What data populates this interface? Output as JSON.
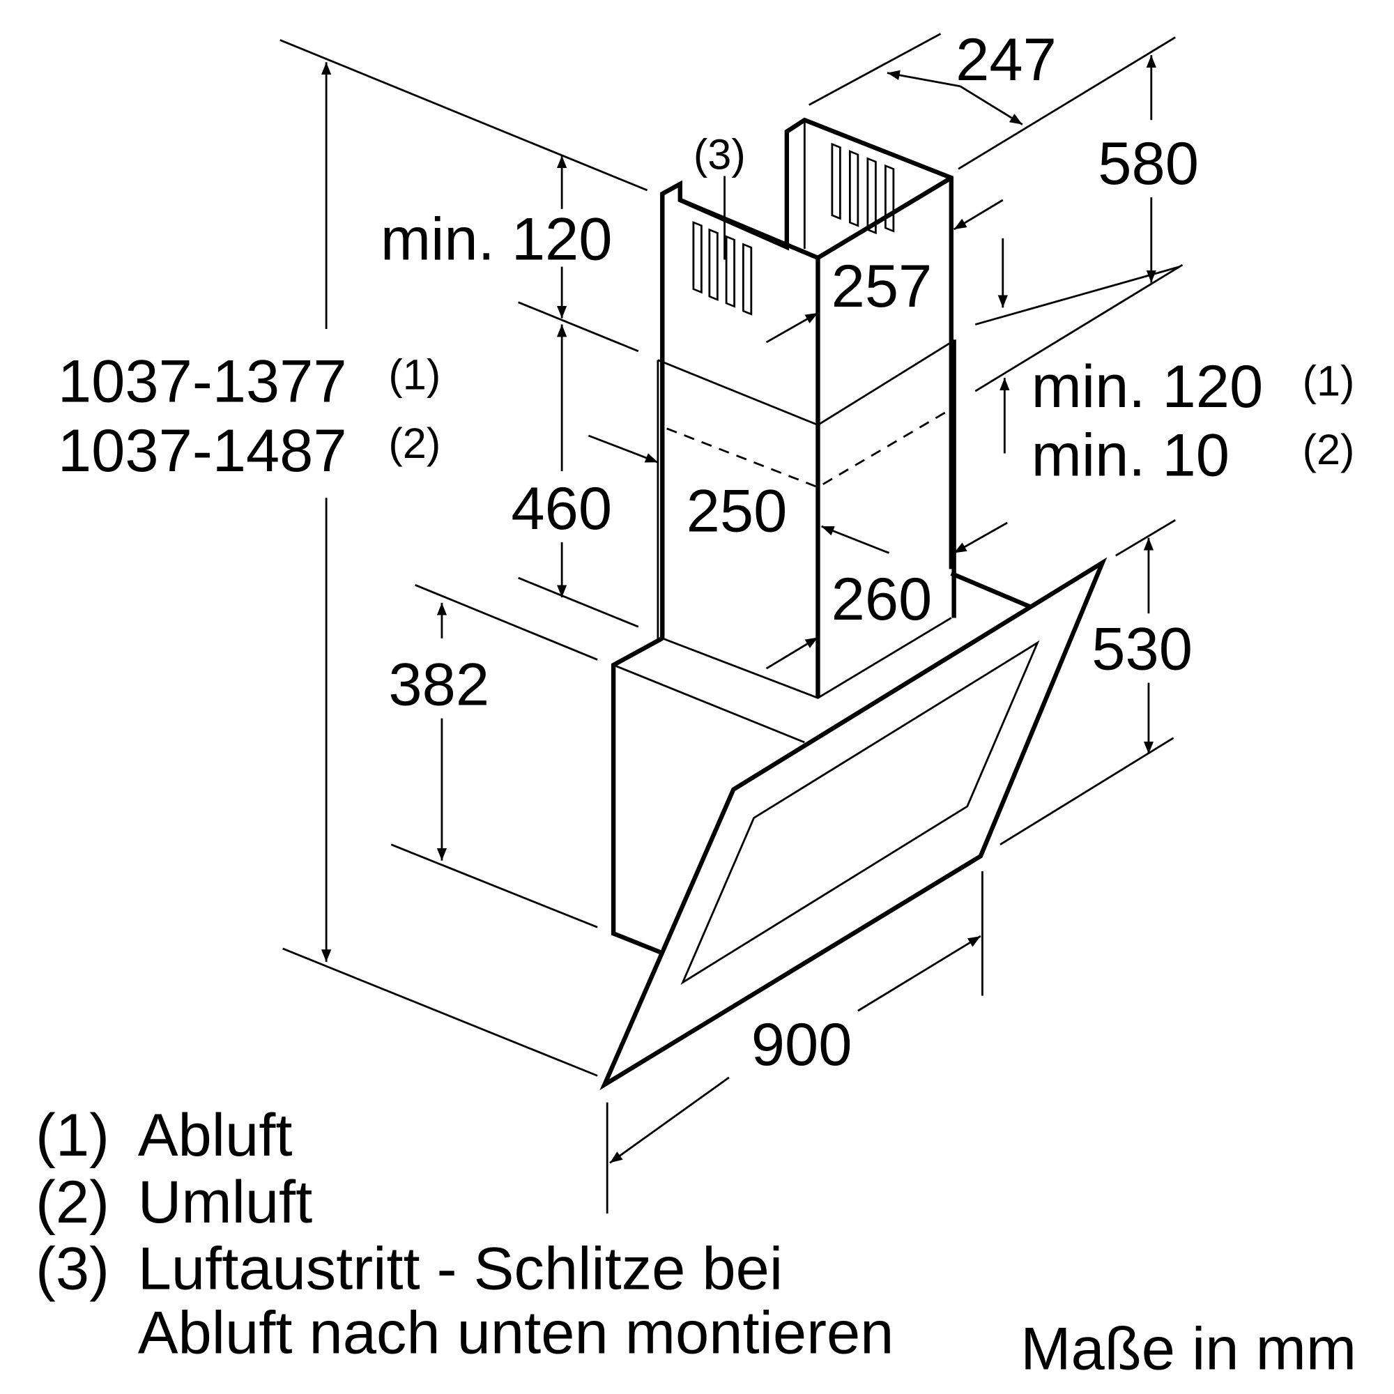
{
  "dimensions": {
    "width_top": "247",
    "height_top": "580",
    "min_top": "min. 120",
    "slots_ref": "(3)",
    "depth_upper": "257",
    "total_height_1": "1037-1377",
    "total_height_1_ref": "(1)",
    "total_height_2": "1037-1487",
    "total_height_2_ref": "(2)",
    "min_right_1": "min. 120",
    "min_right_1_ref": "(1)",
    "min_right_2": "min. 10",
    "min_right_2_ref": "(2)",
    "chimney_lower": "460",
    "chimney_width": "250",
    "depth_lower": "260",
    "hood_height": "382",
    "glass_depth": "530",
    "width": "900"
  },
  "legend": [
    {
      "ref": "(1)",
      "text": "Abluft"
    },
    {
      "ref": "(2)",
      "text": "Umluft"
    },
    {
      "ref": "(3)",
      "text": "Luftaustritt - Schlitze bei"
    },
    {
      "ref": "",
      "text": "Abluft nach unten montieren"
    }
  ],
  "units_note": "Maße in mm"
}
